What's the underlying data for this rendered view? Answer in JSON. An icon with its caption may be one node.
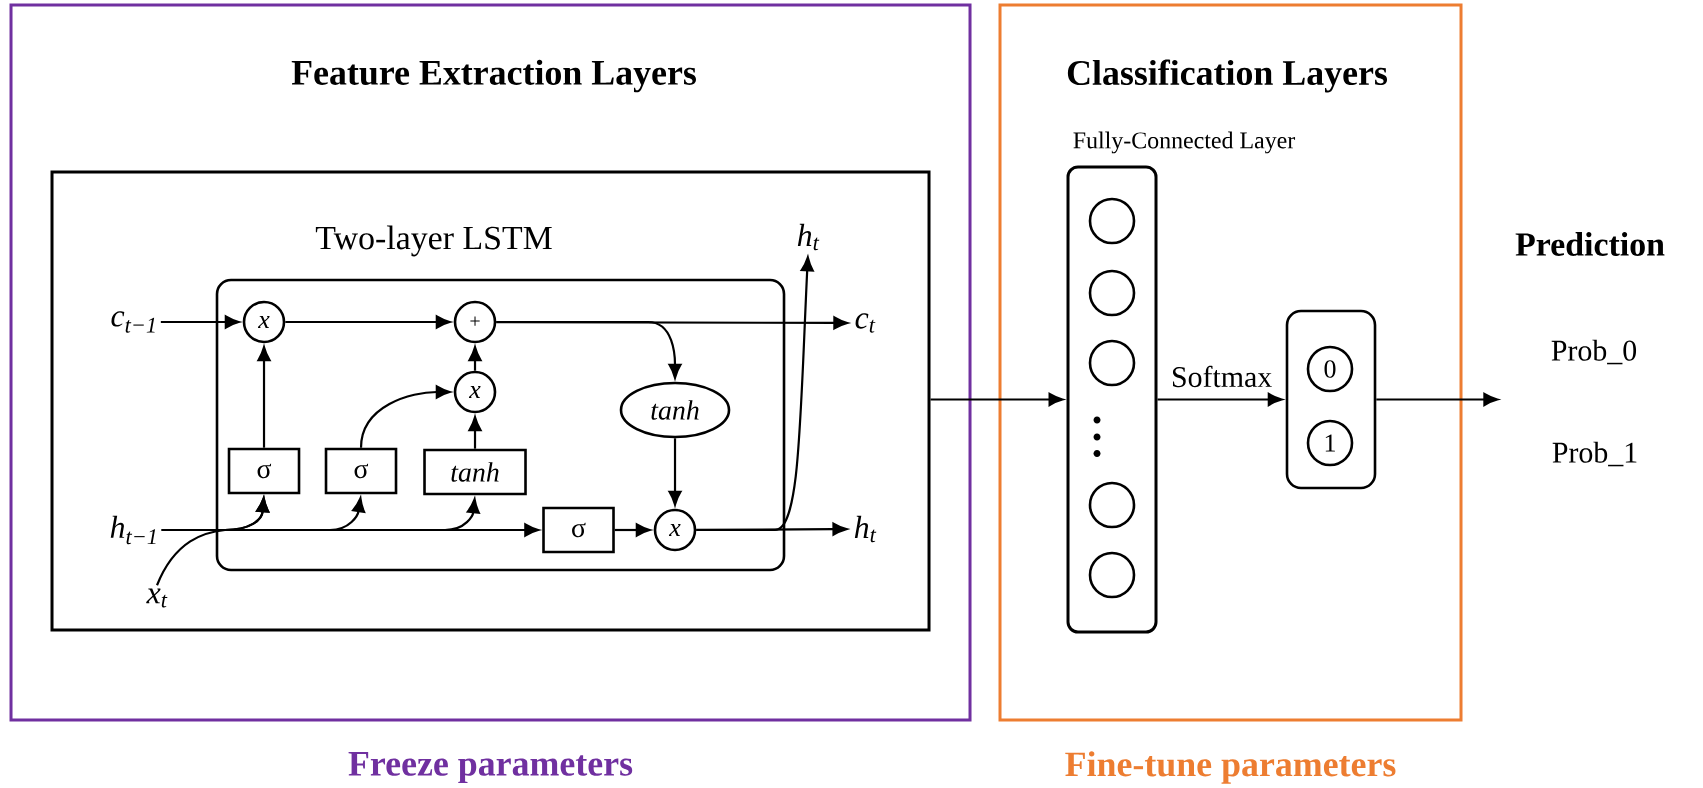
{
  "diagram": {
    "nodes": [
      {
        "text": [
          "Feature Extraction Layers"
        ],
        "beside": [
          "Freeze parameters"
        ]
      },
      {
        "text": [
          "Classification Layers"
        ],
        "beside": [
          "Fine-tune parameters"
        ]
      },
      {
        "text": [
          "Two-layer LSTM"
        ],
        "in": 0
      },
      {
        "text": [],
        "shape": "box",
        "in": 2
      },
      {
        "text": [
          "c$_{t−1}$"
        ],
        "in": 2
      },
      {
        "text": [
          "x"
        ],
        "in": 3
      },
      {
        "text": [
          "+"
        ],
        "in": 3
      },
      {
        "text": [
          "x"
        ],
        "in": 3
      },
      {
        "text": [
          "σ"
        ],
        "in": 3
      },
      {
        "text": [
          "σ"
        ],
        "in": 3
      },
      {
        "text": [
          "tanh"
        ],
        "in": 3
      },
      {
        "text": [
          "tanh"
        ],
        "in": 3
      },
      {
        "text": [
          "h$_{t−1}$"
        ],
        "in": 2
      },
      {
        "text": [
          "σ"
        ],
        "in": 3
      },
      {
        "text": [
          "x"
        ],
        "in": 3
      },
      {
        "text": [
          "x$_{t}$"
        ],
        "in": 2
      },
      {
        "text": [
          "c$_{t}$"
        ],
        "in": 2
      },
      {
        "text": [
          "h$_{t}$"
        ],
        "in": 2
      },
      {
        "text": [
          "h$_{t}$"
        ],
        "in": 2
      },
      {
        "text": [
          "Fully-Connected Layer"
        ],
        "in": 1
      },
      {
        "text": [],
        "shape": "circle",
        "in": 19
      },
      {
        "text": [],
        "shape": "circle",
        "in": 19
      },
      {
        "text": [],
        "shape": "circle",
        "in": 19
      },
      {
        "text": [],
        "shape": "circle",
        "in": 19
      },
      {
        "text": [],
        "shape": "circle",
        "in": 19
      },
      {
        "text": [],
        "shape": "box",
        "in": 1
      },
      {
        "text": [
          "0"
        ],
        "in": 25
      },
      {
        "text": [
          "1"
        ],
        "in": 25
      }
    ],
    "edges": [
      {
        "from": 4,
        "to": 5,
        "arrow": "to"
      },
      {
        "from": 5,
        "to": 6,
        "arrow": "to"
      },
      {
        "from": 6,
        "to": 16,
        "arrow": "to"
      },
      {
        "from": 6,
        "to": 11,
        "arrow": "to"
      },
      {
        "from": 11,
        "to": 14,
        "arrow": "to"
      },
      {
        "from": 8,
        "to": 5,
        "arrow": "to"
      },
      {
        "from": 9,
        "to": 7,
        "arrow": "to"
      },
      {
        "from": 10,
        "to": 7,
        "arrow": "to"
      },
      {
        "from": 7,
        "to": 6,
        "arrow": "to"
      },
      {
        "from": 12,
        "to": 8,
        "arrow": "to"
      },
      {
        "from": 12,
        "to": 9,
        "arrow": "to"
      },
      {
        "from": 12,
        "to": 10,
        "arrow": "to"
      },
      {
        "from": 12,
        "to": 13,
        "arrow": "to"
      },
      {
        "from": 15,
        "to": 8,
        "arrow": "to"
      },
      {
        "from": 13,
        "to": 14,
        "arrow": "to"
      },
      {
        "from": 14,
        "to": 18,
        "arrow": "to"
      },
      {
        "from": 14,
        "to": 17,
        "arrow": "to"
      },
      {
        "from": 2,
        "to": 19,
        "arrow": "to"
      },
      {
        "from": 19,
        "to": 25,
        "arrow": "to",
        "label": "Softmax"
      },
      {
        "from": 25,
        "to": null,
        "arrow": "to"
      }
    ],
    "labels": [
      "Prediction",
      "Prob_0",
      "Prob_1"
    ]
  }
}
